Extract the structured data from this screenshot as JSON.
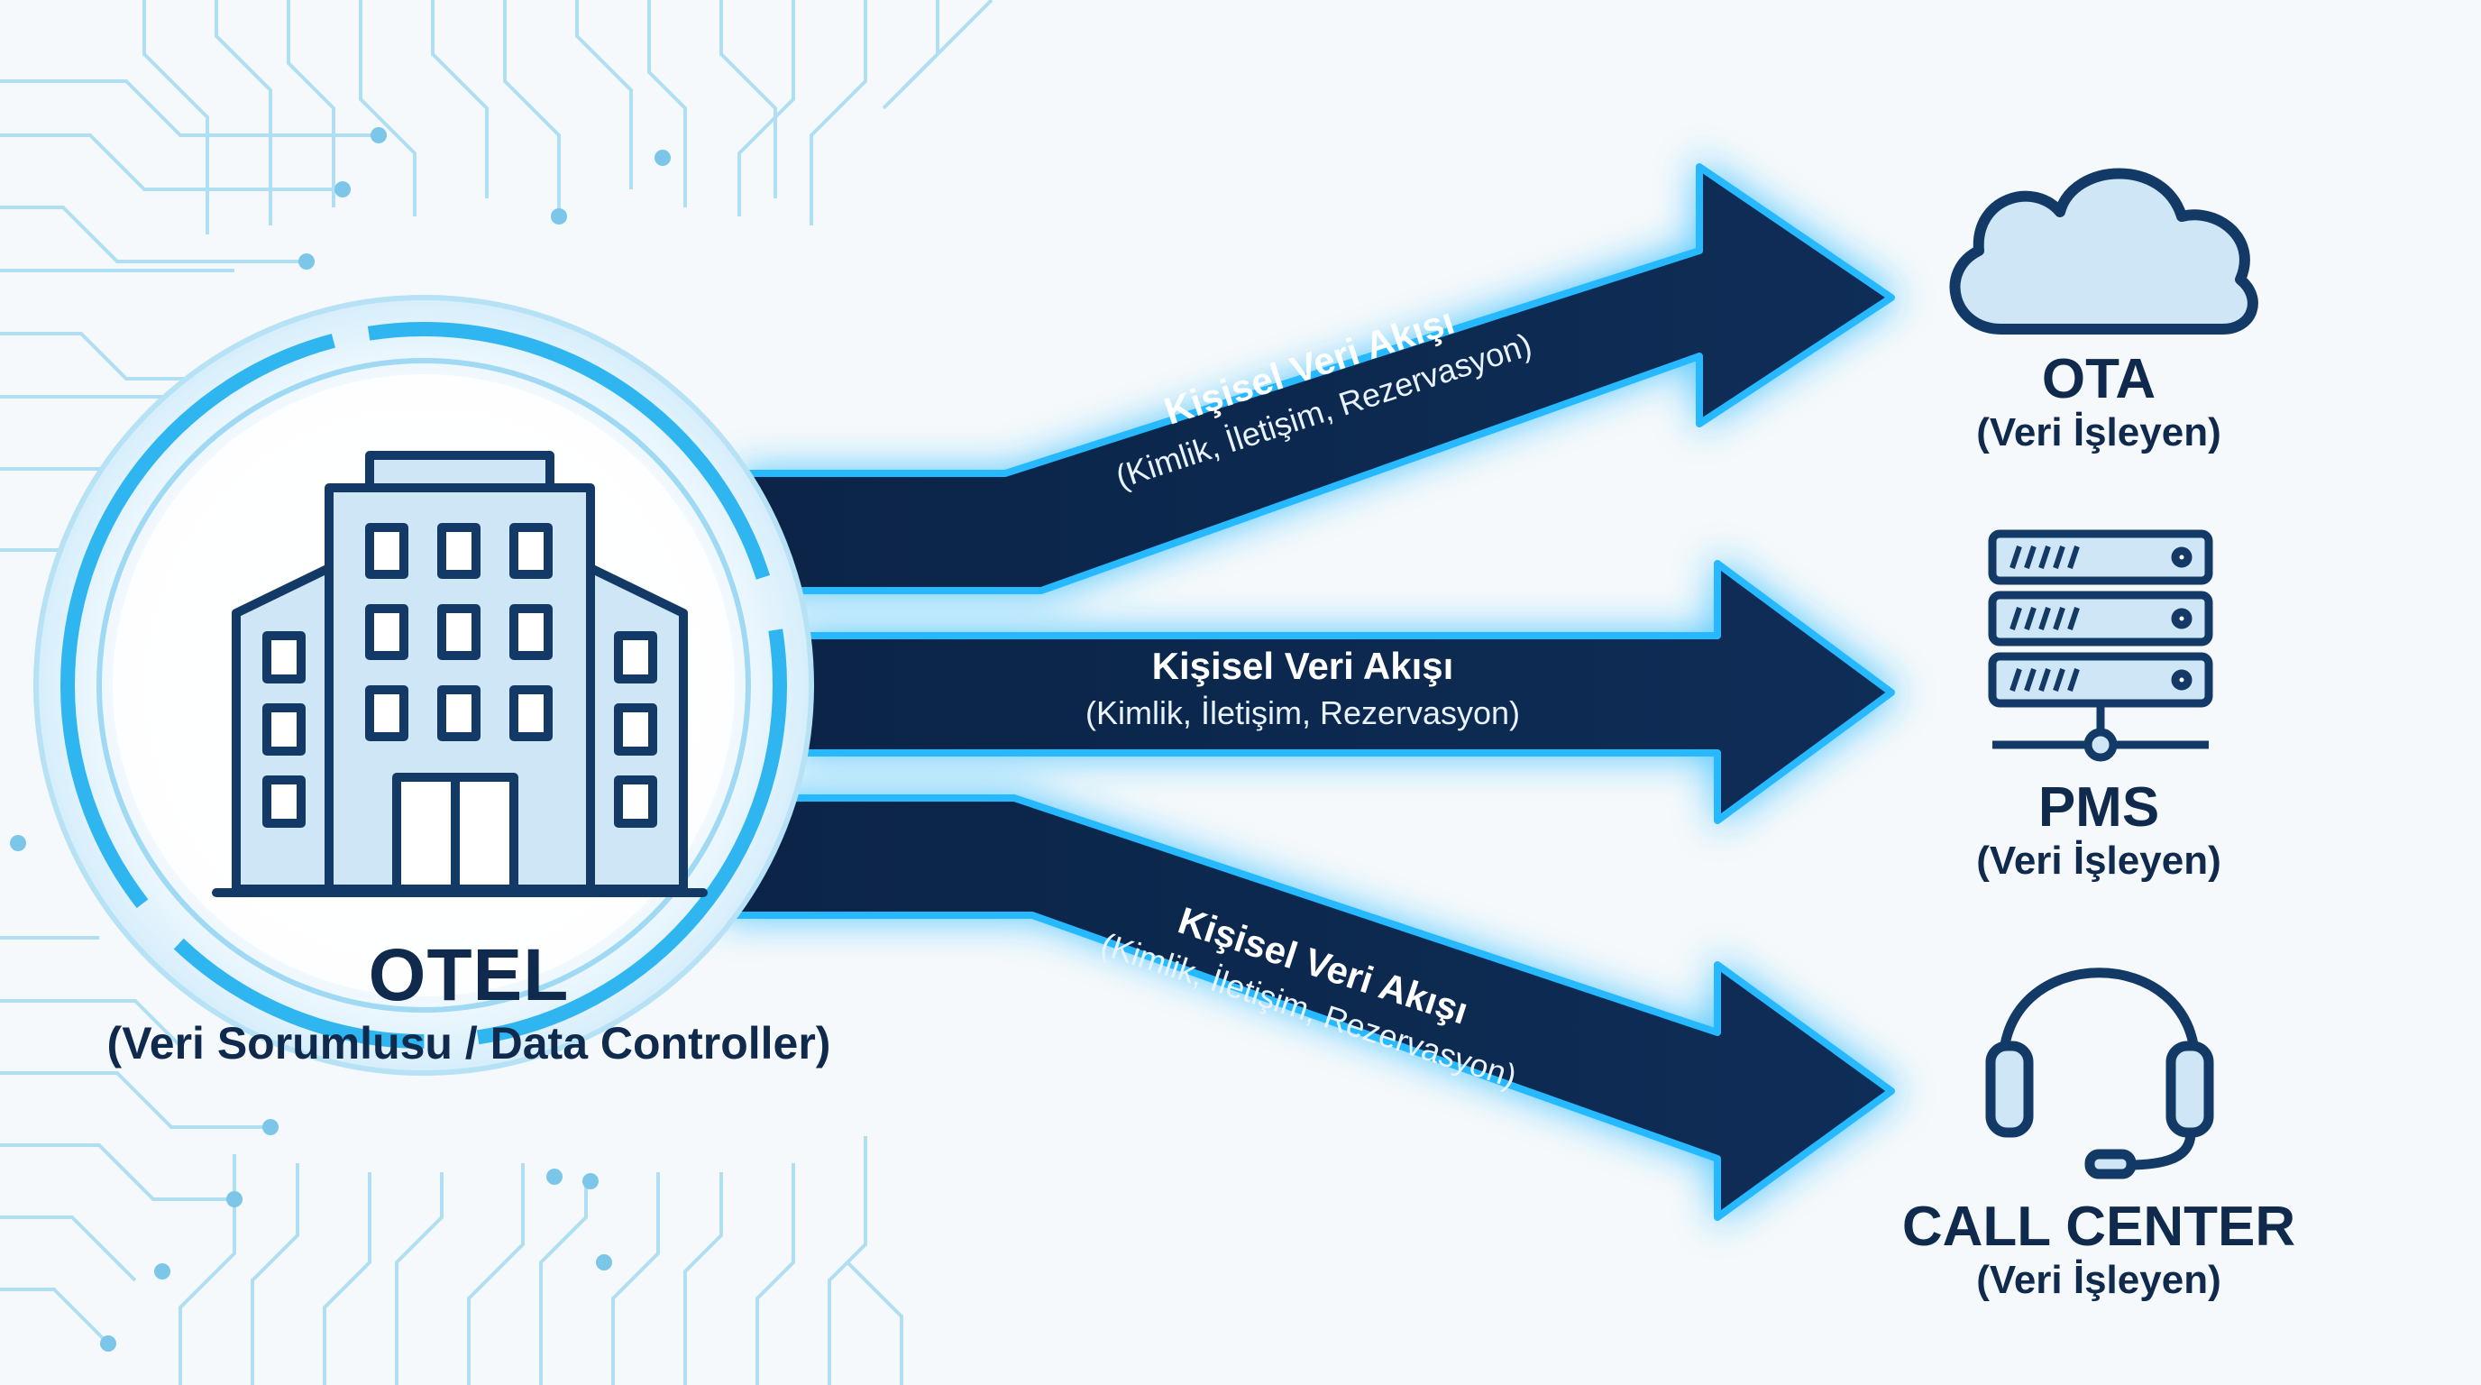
{
  "controller": {
    "title": "OTEL",
    "subtitle": "(Veri Sorumlusu / Data Controller)"
  },
  "flows": [
    {
      "main": "Kişisel Veri Akışı",
      "sub": "(Kimlik, İletişim, Rezervasyon)"
    },
    {
      "main": "Kişisel Veri Akışı",
      "sub": "(Kimlik, İletişim, Rezervasyon)"
    },
    {
      "main": "Kişisel Veri Akışı",
      "sub": "(Kimlik, İletişim, Rezervasyon)"
    }
  ],
  "processors": [
    {
      "title": "OTA",
      "subtitle": "(Veri İşleyen)",
      "icon": "cloud-icon"
    },
    {
      "title": "PMS",
      "subtitle": "(Veri İşleyen)",
      "icon": "server-icon"
    },
    {
      "title": "CALL CENTER",
      "subtitle": "(Veri İşleyen)",
      "icon": "headset-icon"
    }
  ],
  "colors": {
    "navy": "#0f2a4c",
    "glow": "#1fb4ff",
    "light_blue": "#cfe6f7",
    "circuit": "#9fd6f0"
  }
}
